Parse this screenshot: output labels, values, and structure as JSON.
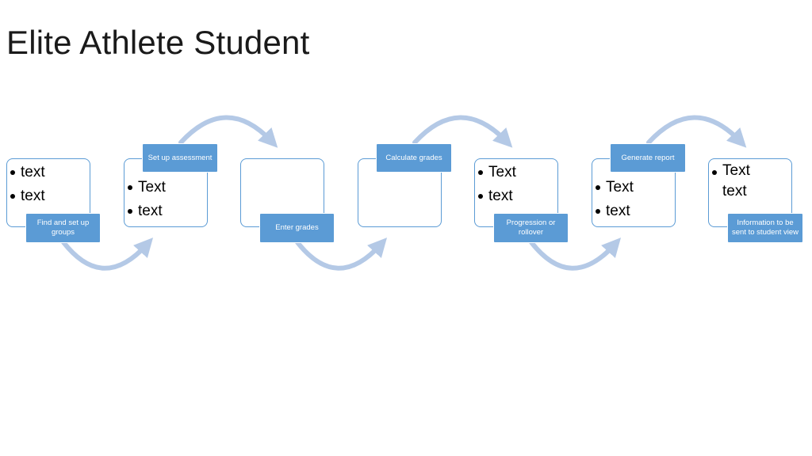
{
  "title": "Elite Athlete Student",
  "colors": {
    "accent": "#5b9bd5",
    "arrow": "#b4c9e6",
    "border": "#5b9bd5"
  },
  "steps": [
    {
      "label": "Find and set up groups",
      "bullets": [
        "text",
        "text"
      ]
    },
    {
      "label": "Set up assessment",
      "bullets": [
        "Text",
        "text"
      ]
    },
    {
      "label": "Enter grades",
      "bullets": []
    },
    {
      "label": "Calculate grades",
      "bullets": []
    },
    {
      "label": "Progression or rollover",
      "bullets": [
        "Text",
        "text"
      ]
    },
    {
      "label": "Generate report",
      "bullets": [
        "Text",
        "text"
      ]
    },
    {
      "label": "Information to be sent to student view",
      "bullets": [
        "Text text"
      ]
    }
  ]
}
